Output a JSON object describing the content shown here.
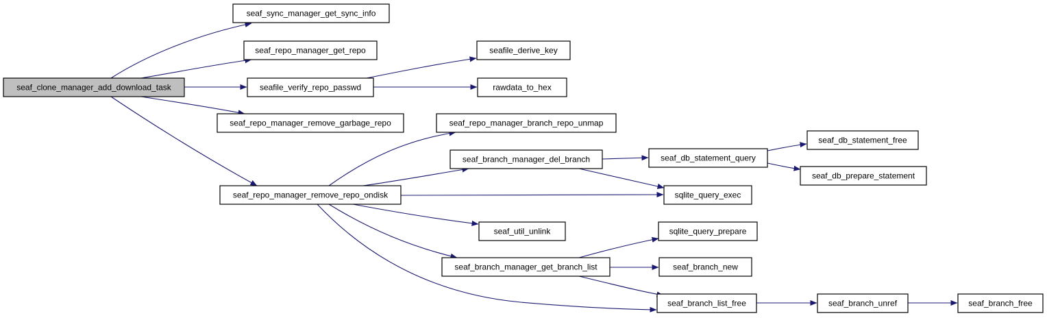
{
  "graph": {
    "colors": {
      "edge": "#191970",
      "node_fill": "#ffffff",
      "root_fill": "#bfbfbf",
      "node_border": "#000000"
    },
    "nodes": {
      "add_download_task": {
        "label": "seaf_clone_manager_add_download_task",
        "highlighted": true
      },
      "get_sync_info": {
        "label": "seaf_sync_manager_get_sync_info"
      },
      "get_repo": {
        "label": "seaf_repo_manager_get_repo"
      },
      "verify_repo_passwd": {
        "label": "seafile_verify_repo_passwd"
      },
      "remove_garbage_repo": {
        "label": "seaf_repo_manager_remove_garbage_repo"
      },
      "remove_repo_ondisk": {
        "label": "seaf_repo_manager_remove_repo_ondisk"
      },
      "derive_key": {
        "label": "seafile_derive_key"
      },
      "rawdata_to_hex": {
        "label": "rawdata_to_hex"
      },
      "branch_repo_unmap": {
        "label": "seaf_repo_manager_branch_repo_unmap"
      },
      "del_branch": {
        "label": "seaf_branch_manager_del_branch"
      },
      "util_unlink": {
        "label": "seaf_util_unlink"
      },
      "get_branch_list": {
        "label": "seaf_branch_manager_get_branch_list"
      },
      "db_statement_query": {
        "label": "seaf_db_statement_query"
      },
      "sqlite_query_exec": {
        "label": "sqlite_query_exec"
      },
      "sqlite_query_prepare": {
        "label": "sqlite_query_prepare"
      },
      "branch_new": {
        "label": "seaf_branch_new"
      },
      "branch_list_free": {
        "label": "seaf_branch_list_free"
      },
      "db_statement_free": {
        "label": "seaf_db_statement_free"
      },
      "db_prepare_statement": {
        "label": "seaf_db_prepare_statement"
      },
      "branch_unref": {
        "label": "seaf_branch_unref"
      },
      "branch_free": {
        "label": "seaf_branch_free"
      }
    },
    "edges": [
      {
        "from": "add_download_task",
        "to": "get_sync_info"
      },
      {
        "from": "add_download_task",
        "to": "get_repo"
      },
      {
        "from": "add_download_task",
        "to": "verify_repo_passwd"
      },
      {
        "from": "add_download_task",
        "to": "remove_garbage_repo"
      },
      {
        "from": "add_download_task",
        "to": "remove_repo_ondisk"
      },
      {
        "from": "verify_repo_passwd",
        "to": "derive_key"
      },
      {
        "from": "verify_repo_passwd",
        "to": "rawdata_to_hex"
      },
      {
        "from": "remove_repo_ondisk",
        "to": "branch_repo_unmap"
      },
      {
        "from": "remove_repo_ondisk",
        "to": "del_branch"
      },
      {
        "from": "remove_repo_ondisk",
        "to": "sqlite_query_exec"
      },
      {
        "from": "remove_repo_ondisk",
        "to": "util_unlink"
      },
      {
        "from": "remove_repo_ondisk",
        "to": "get_branch_list"
      },
      {
        "from": "remove_repo_ondisk",
        "to": "branch_list_free"
      },
      {
        "from": "del_branch",
        "to": "db_statement_query"
      },
      {
        "from": "del_branch",
        "to": "sqlite_query_exec"
      },
      {
        "from": "db_statement_query",
        "to": "db_statement_free"
      },
      {
        "from": "db_statement_query",
        "to": "db_prepare_statement"
      },
      {
        "from": "get_branch_list",
        "to": "sqlite_query_prepare"
      },
      {
        "from": "get_branch_list",
        "to": "branch_new"
      },
      {
        "from": "get_branch_list",
        "to": "branch_list_free"
      },
      {
        "from": "branch_list_free",
        "to": "branch_unref"
      },
      {
        "from": "branch_unref",
        "to": "branch_free"
      }
    ]
  }
}
